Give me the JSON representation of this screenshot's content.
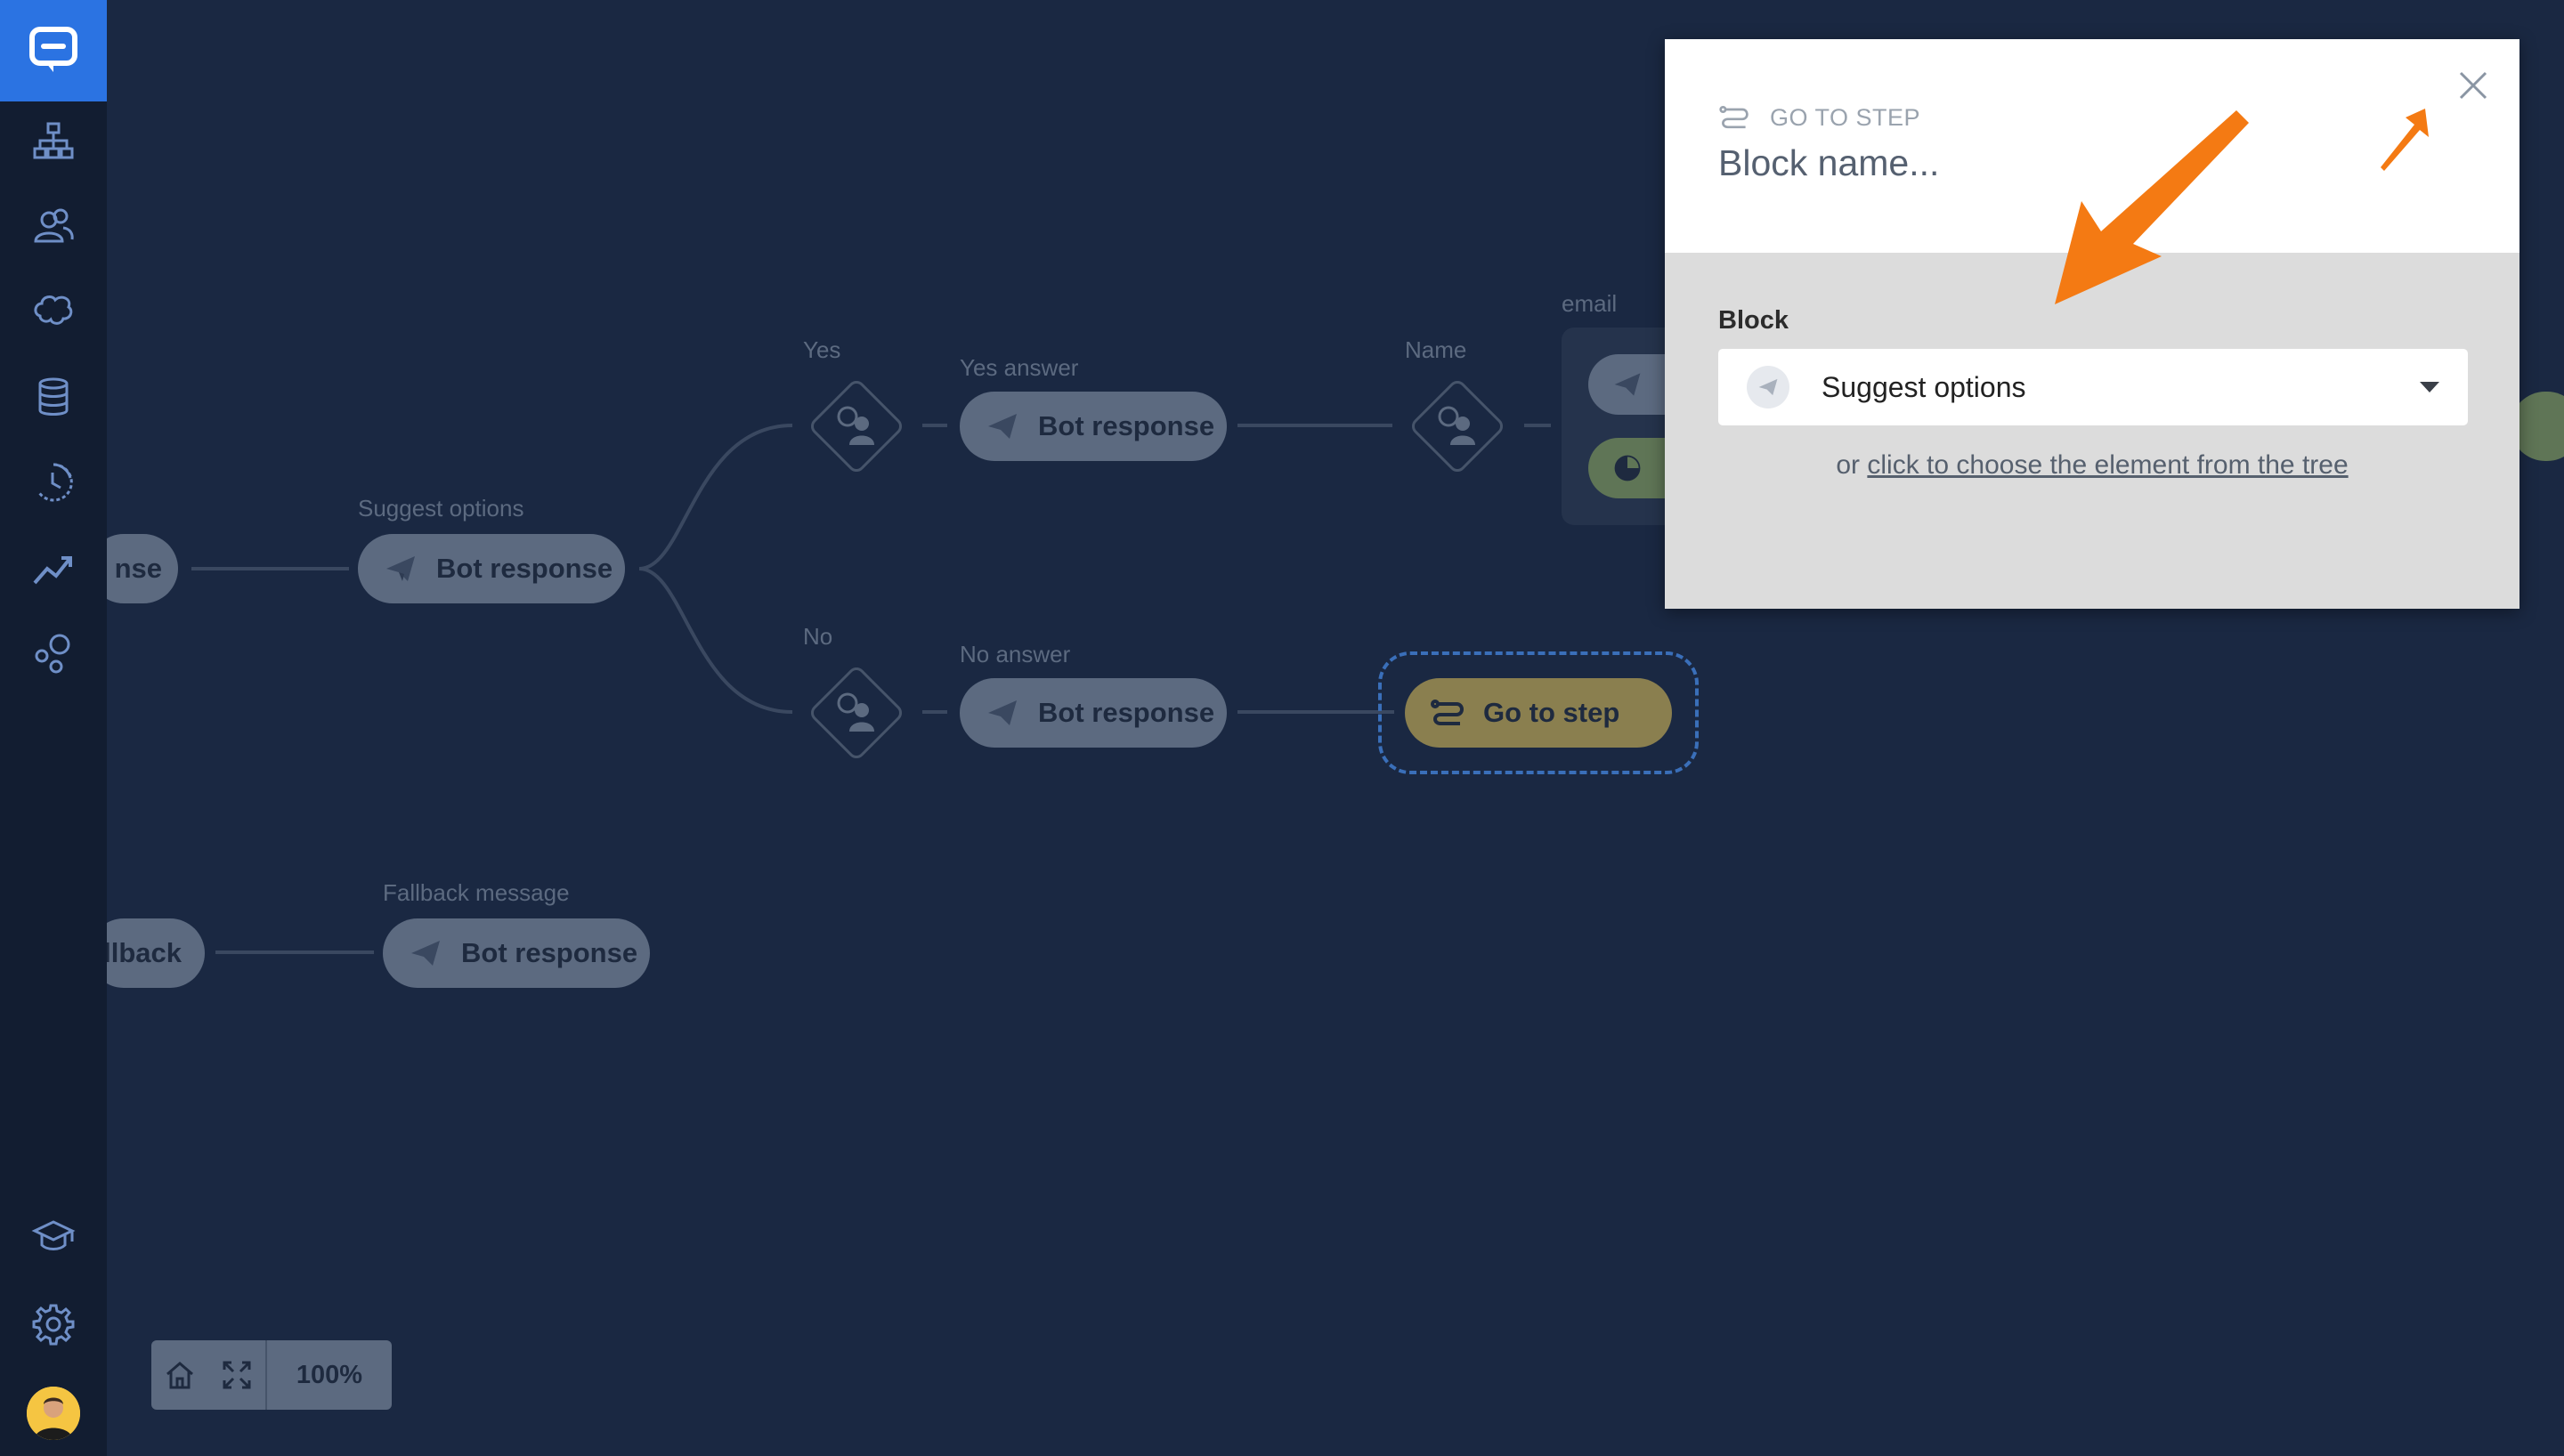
{
  "sidebar": {
    "logo": "chat-logo-icon",
    "items": [
      {
        "name": "sitemap-icon"
      },
      {
        "name": "users-icon"
      },
      {
        "name": "brain-icon"
      },
      {
        "name": "database-icon"
      },
      {
        "name": "history-icon"
      },
      {
        "name": "trend-chart-icon"
      },
      {
        "name": "integrations-icon"
      }
    ],
    "bottom_items": [
      {
        "name": "academy-icon"
      },
      {
        "name": "settings-icon"
      }
    ]
  },
  "flow": {
    "nodes": {
      "left_partial": "nse",
      "suggest_options": {
        "label": "Suggest options",
        "text": "Bot response"
      },
      "yes": {
        "label": "Yes"
      },
      "yes_answer": {
        "label": "Yes answer",
        "text": "Bot response"
      },
      "name": {
        "label": "Name"
      },
      "email": {
        "label": "email"
      },
      "no": {
        "label": "No"
      },
      "no_answer": {
        "label": "No answer",
        "text": "Bot response"
      },
      "goto": {
        "text": "Go to step"
      },
      "fallback_partial": "llback",
      "fallback_message": {
        "label": "Fallback message",
        "text": "Bot response"
      }
    }
  },
  "toolbar": {
    "zoom": "100%"
  },
  "panel": {
    "kicker": "GO TO STEP",
    "block_name_placeholder": "Block name...",
    "field_label": "Block",
    "selected_block": "Suggest options",
    "choose_prefix": "or",
    "choose_link": "click to choose the element from the tree"
  },
  "colors": {
    "background": "#1a2842",
    "sidebar": "#121d31",
    "brand_blue": "#2b73e2",
    "node": "#5c6a80",
    "goto_node": "#8a7f4f",
    "annotation_arrow": "#f47a13"
  }
}
